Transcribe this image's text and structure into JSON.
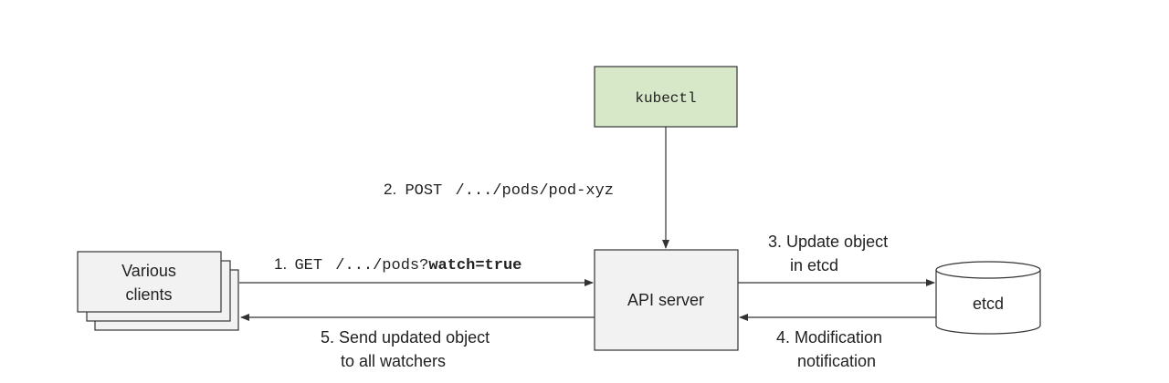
{
  "nodes": {
    "kubectl": {
      "label": "kubectl",
      "fill": "#d6e8c8"
    },
    "api_server": {
      "label": "API server",
      "fill": "#f2f2f2"
    },
    "clients": {
      "line1": "Various",
      "line2": "clients",
      "fill": "#f2f2f2"
    },
    "etcd": {
      "label": "etcd"
    }
  },
  "edges": {
    "step1": {
      "num": "1.",
      "method": "GET",
      "path": "/.../pods?",
      "param": "watch=true"
    },
    "step2": {
      "num": "2.",
      "method": "POST",
      "path": "/.../pods/pod-xyz"
    },
    "step3": {
      "line1": "3. Update object",
      "line2": "in etcd"
    },
    "step4": {
      "line1": "4. Modification",
      "line2": "notification"
    },
    "step5": {
      "line1": "5. Send updated object",
      "line2": "to all watchers"
    }
  },
  "colors": {
    "stroke": "#333333",
    "text": "#222222"
  }
}
